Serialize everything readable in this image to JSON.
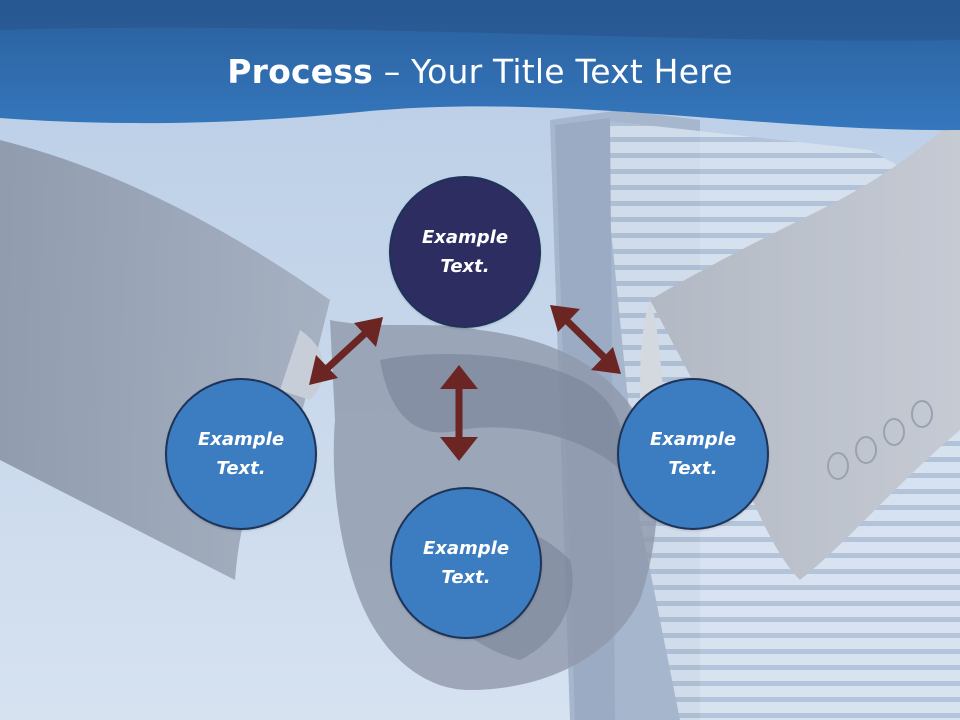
{
  "slide": {
    "title_bold": "Process",
    "title_rest": " – Your Title Text Here"
  },
  "nodes": {
    "top": "Example\nText.",
    "left": "Example\nText.",
    "bottom": "Example\nText.",
    "right": "Example\nText."
  },
  "colors": {
    "header_band": "#2f6aac",
    "center_circle": "#2d2d62",
    "outer_circle": "#3c7cc0",
    "circle_border": "#1d3358",
    "arrow": "#6b2522",
    "background": "#c9d8ea"
  }
}
